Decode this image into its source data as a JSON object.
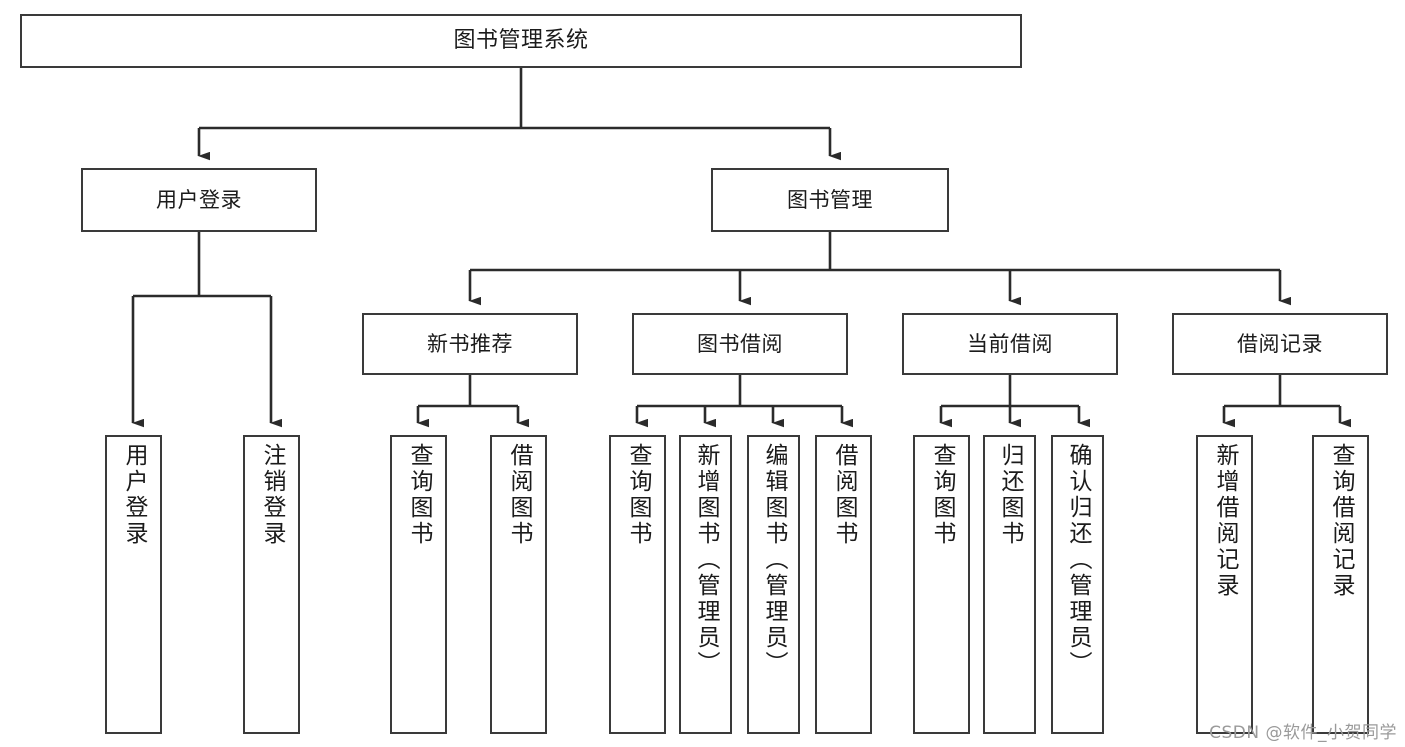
{
  "diagram": {
    "title": "图书管理系统",
    "type": "tree",
    "root": {
      "label": "图书管理系统"
    },
    "level2": [
      {
        "label": "用户登录"
      },
      {
        "label": "图书管理"
      }
    ],
    "level3": [
      {
        "label": "新书推荐"
      },
      {
        "label": "图书借阅"
      },
      {
        "label": "当前借阅"
      },
      {
        "label": "借阅记录"
      }
    ],
    "leaves": {
      "user_login": [
        {
          "label": "用户登录"
        },
        {
          "label": "注销登录"
        }
      ],
      "new_book_recommend": [
        {
          "label": "查询图书"
        },
        {
          "label": "借阅图书"
        }
      ],
      "book_borrow": [
        {
          "label": "查询图书"
        },
        {
          "label": "新增图书（管理员）"
        },
        {
          "label": "编辑图书（管理员）"
        },
        {
          "label": "借阅图书"
        }
      ],
      "current_borrow": [
        {
          "label": "查询图书"
        },
        {
          "label": "归还图书"
        },
        {
          "label": "确认归还（管理员）"
        }
      ],
      "borrow_record": [
        {
          "label": "新增借阅记录"
        },
        {
          "label": "查询借阅记录"
        }
      ]
    },
    "watermark": "CSDN @软件_小贺同学",
    "colors": {
      "stroke": "#3a3a3a",
      "fill": "#ffffff",
      "text": "#1b1b1b",
      "watermark": "#9a9a9a"
    }
  }
}
